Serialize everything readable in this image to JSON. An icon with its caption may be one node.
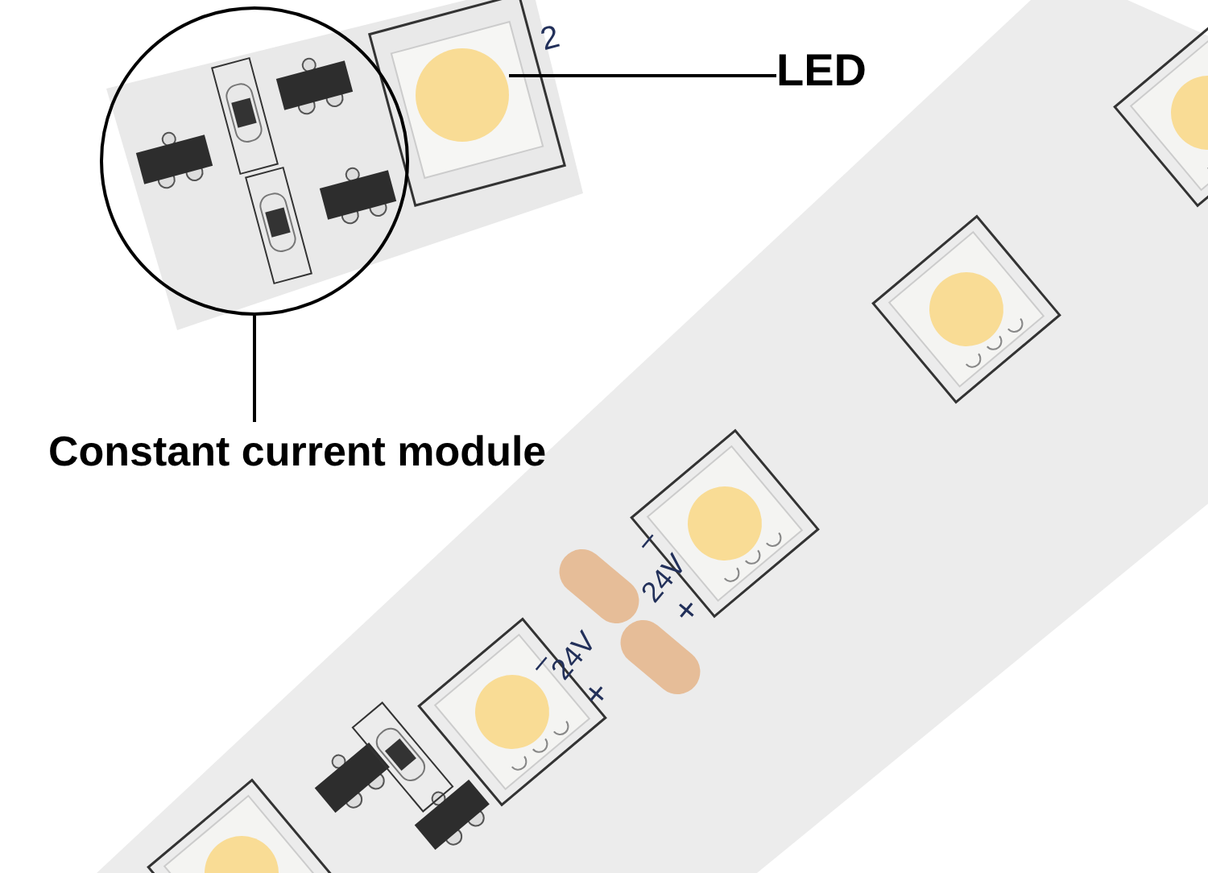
{
  "diagram": {
    "nodes": [
      {
        "text": [
          "LED"
        ]
      },
      {
        "text": [],
        "shape": "circle"
      },
      {
        "text": [],
        "shape": "circle"
      },
      {
        "text": [
          "Constant current module"
        ]
      }
    ],
    "edges": [
      {
        "from": 0,
        "to": 2,
        "arrow": "none"
      },
      {
        "from": 3,
        "to": 1,
        "arrow": "none"
      }
    ],
    "labels": [
      "2",
      "–",
      "24V",
      "+",
      "–",
      "24V",
      "+"
    ]
  }
}
